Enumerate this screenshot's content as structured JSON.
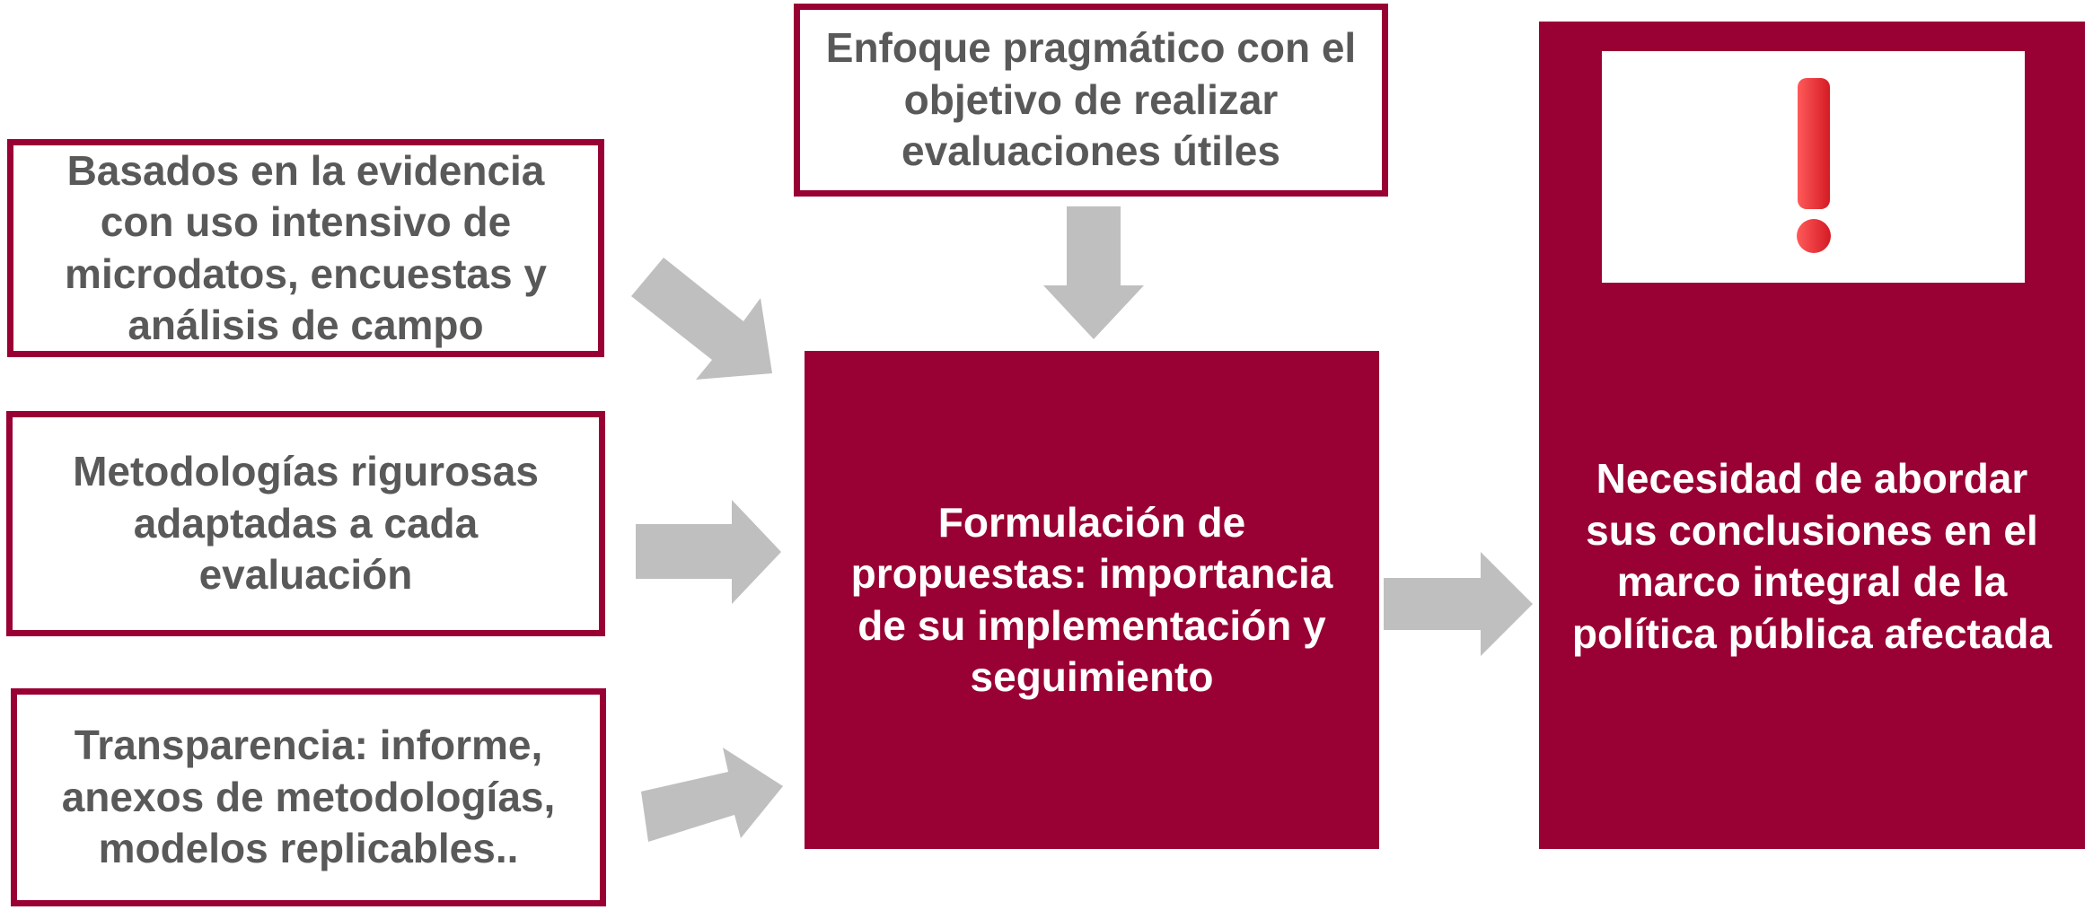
{
  "boxes": {
    "pragmatic": "Enfoque pragmático con el\nobjetivo de realizar\nevaluaciones útiles",
    "evidence": "Basados en la evidencia\ncon uso intensivo de\nmicrodatos, encuestas y\nanálisis de campo",
    "methods": "Metodologías rigurosas\nadaptadas a cada\nevaluación",
    "transparency": "Transparencia: informe,\nanexos de metodologías,\nmodelos replicables..",
    "proposals": "Formulación de\npropuestas: importancia\nde su implementación y\nseguimiento",
    "conclusions": "Necesidad de abordar\nsus conclusiones en el\nmarco integral de la\npolítica pública afectada"
  },
  "colors": {
    "accent": "#990033",
    "arrow": "#bfbfbf",
    "text_dark": "#595959",
    "warning_red": "#e0202a"
  },
  "icons": {
    "warning": "exclamation-mark-icon"
  }
}
